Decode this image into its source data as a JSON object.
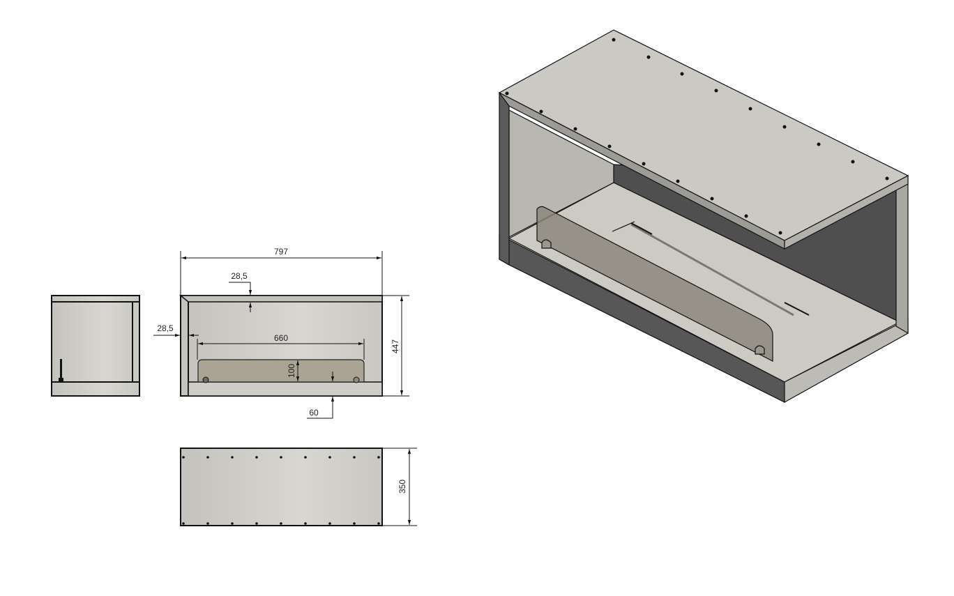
{
  "drawing": {
    "dimensions": {
      "overall_width": "797",
      "top_thickness": "28,5",
      "side_thickness": "28,5",
      "glass_width": "660",
      "glass_height": "100",
      "glass_offset": "60",
      "overall_height": "447",
      "depth": "350"
    },
    "colors": {
      "panel_light": "#cbc9c3",
      "panel_dark": "#565656",
      "glass": "#8c887c"
    }
  }
}
